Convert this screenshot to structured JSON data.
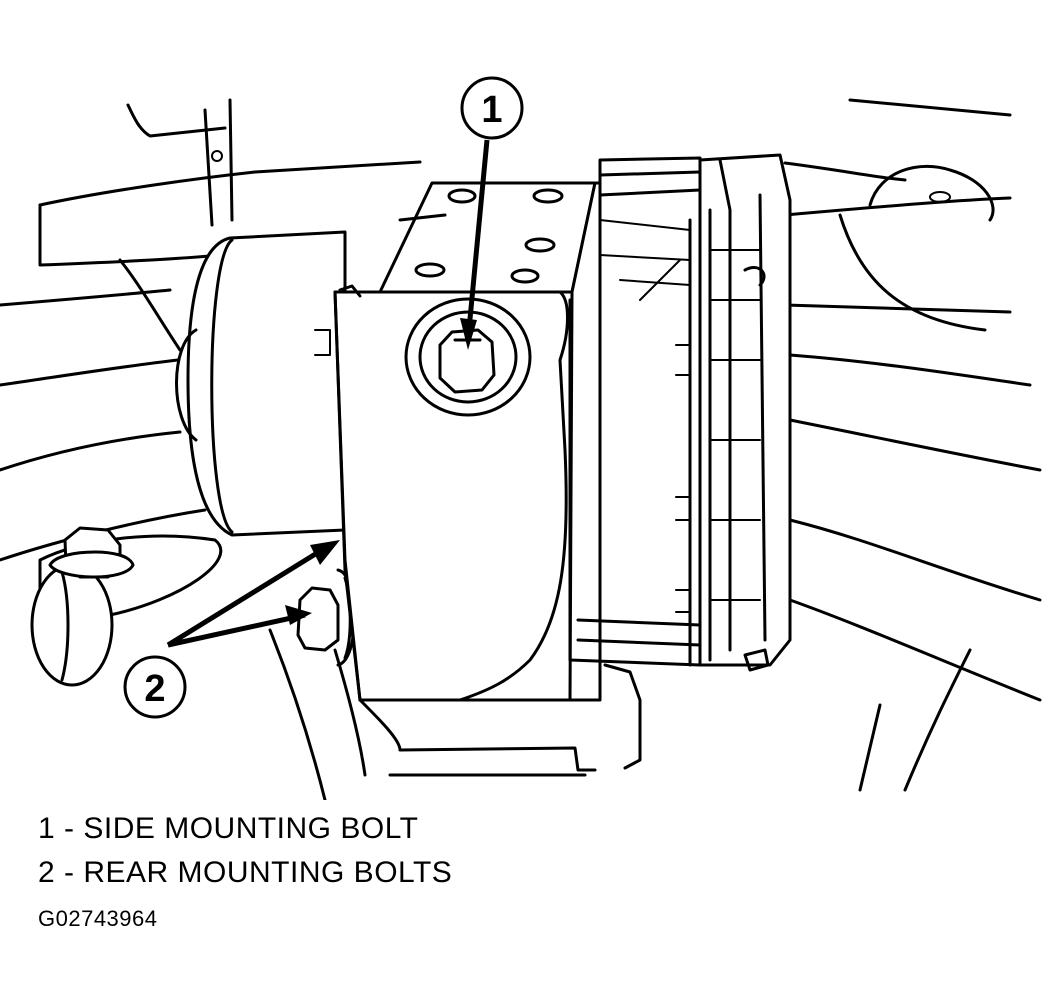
{
  "callouts": [
    {
      "number": "1",
      "label": "SIDE MOUNTING BOLT"
    },
    {
      "number": "2",
      "label": "REAR MOUNTING BOLTS"
    }
  ],
  "legend": {
    "line1": "1 - SIDE MOUNTING BOLT",
    "line2": "2 - REAR MOUNTING BOLTS"
  },
  "figure_id": "G02743964",
  "colors": {
    "ink": "#000000",
    "paper": "#ffffff"
  }
}
